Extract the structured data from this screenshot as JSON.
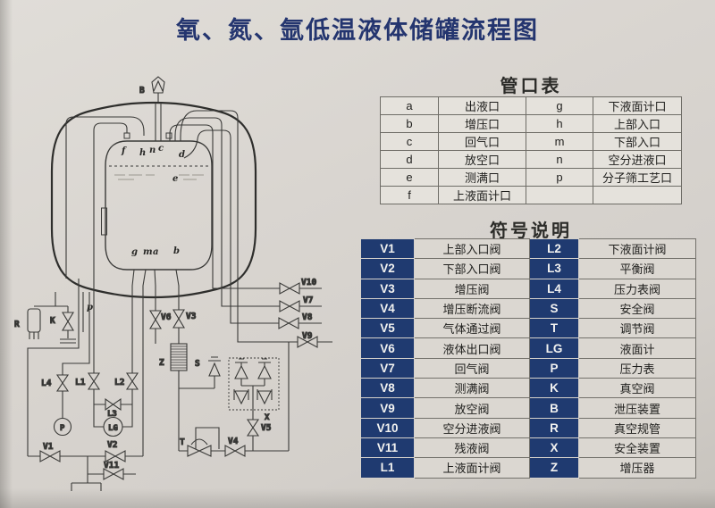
{
  "title": "氧、氮、氩低温液体储罐流程图",
  "port_table": {
    "heading": "管口表",
    "rows": [
      [
        "a",
        "出液口",
        "g",
        "下液面计口"
      ],
      [
        "b",
        "增压口",
        "h",
        "上部入口"
      ],
      [
        "c",
        "回气口",
        "m",
        "下部入口"
      ],
      [
        "d",
        "放空口",
        "n",
        "空分进液口"
      ],
      [
        "e",
        "测满口",
        "p",
        "分子筛工艺口"
      ],
      [
        "f",
        "上液面计口",
        "",
        ""
      ]
    ]
  },
  "symbol_table": {
    "heading": "符号说明",
    "rows": [
      [
        "V1",
        "上部入口阀",
        "L2",
        "下液面计阀"
      ],
      [
        "V2",
        "下部入口阀",
        "L3",
        "平衡阀"
      ],
      [
        "V3",
        "增压阀",
        "L4",
        "压力表阀"
      ],
      [
        "V4",
        "增压断流阀",
        "S",
        "安全阀"
      ],
      [
        "V5",
        "气体通过阀",
        "T",
        "调节阀"
      ],
      [
        "V6",
        "液体出口阀",
        "LG",
        "液面计"
      ],
      [
        "V7",
        "回气阀",
        "P",
        "压力表"
      ],
      [
        "V8",
        "测满阀",
        "K",
        "真空阀"
      ],
      [
        "V9",
        "放空阀",
        "B",
        "泄压装置"
      ],
      [
        "V10",
        "空分进液阀",
        "R",
        "真空规管"
      ],
      [
        "V11",
        "残液阀",
        "X",
        "安全装置"
      ],
      [
        "L1",
        "上液面计阀",
        "Z",
        "增压器"
      ]
    ]
  },
  "diagram": {
    "labels": {
      "B": "B",
      "f": "f",
      "h": "h",
      "n": "n",
      "c": "c",
      "d": "d",
      "e": "e",
      "g": "g",
      "m": "m",
      "a": "a",
      "b": "b",
      "p": "p",
      "R": "R",
      "K": "K",
      "L4": "L4",
      "L1": "L1",
      "L2": "L2",
      "L3": "L3",
      "P": "P",
      "LG": "LG",
      "V1": "V1",
      "V2": "V2",
      "V11": "V11",
      "V6": "V6",
      "V3": "V3",
      "Z": "Z",
      "S": "S",
      "T": "T",
      "V4": "V4",
      "V5": "V5",
      "X": "X",
      "V10": "V10",
      "V7": "V7",
      "V8": "V8",
      "V9": "V9"
    }
  },
  "colors": {
    "accent_navy": "#1f3a70",
    "paper": "#d8d4cf",
    "line": "#3a3a38",
    "title_blue": "#24356f"
  }
}
